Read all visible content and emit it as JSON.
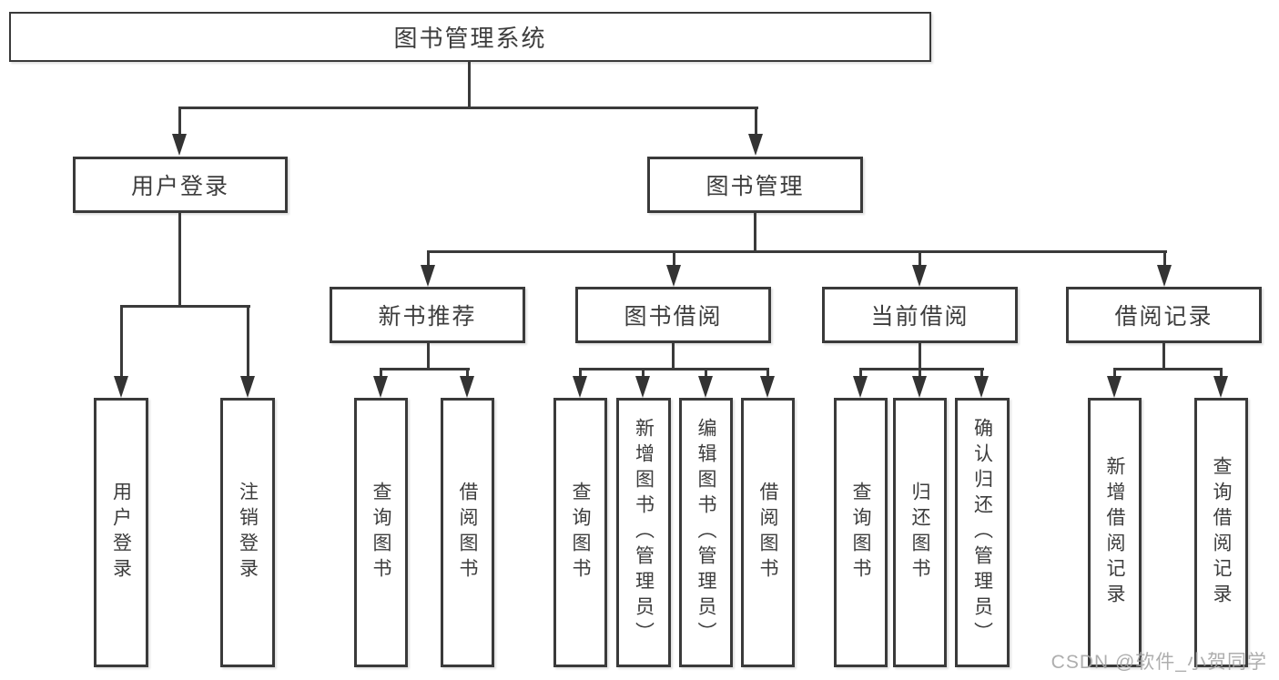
{
  "diagram_title": "图书管理系统",
  "colors": {
    "line": "#3a3a3a",
    "text": "#3d3d3d",
    "box_background": "#ffffff",
    "watermark": "#a5a5a5"
  },
  "tree": {
    "root": "图书管理系统",
    "children": [
      {
        "label": "用户登录",
        "children": [
          "用户登录",
          "注销登录"
        ]
      },
      {
        "label": "图书管理",
        "children": [
          {
            "label": "新书推荐",
            "children": [
              "查询图书",
              "借阅图书"
            ]
          },
          {
            "label": "图书借阅",
            "children": [
              "查询图书",
              "新增图书（管理员）",
              "编辑图书（管理员）",
              "借阅图书"
            ]
          },
          {
            "label": "当前借阅",
            "children": [
              "查询图书",
              "归还图书",
              "确认归还（管理员）"
            ]
          },
          {
            "label": "借阅记录",
            "children": [
              "新增借阅记录",
              "查询借阅记录"
            ]
          }
        ]
      }
    ]
  },
  "watermark": {
    "text": "CSDN @软件_小贺同学"
  }
}
